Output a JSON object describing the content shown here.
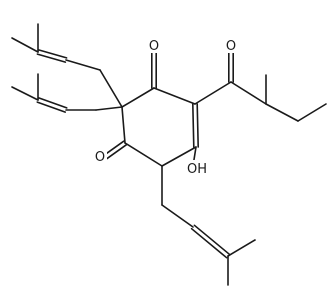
{
  "molecule": {
    "atoms": [
      {
        "id": "oxo_top_ring",
        "label": "O"
      },
      {
        "id": "oxo_acyl",
        "label": "O"
      },
      {
        "id": "oxo_lower_ring",
        "label": "O"
      },
      {
        "id": "hydroxyl",
        "label": "OH"
      }
    ],
    "colors": {
      "bond": "#1a1a1a",
      "background": "#ffffff"
    }
  }
}
